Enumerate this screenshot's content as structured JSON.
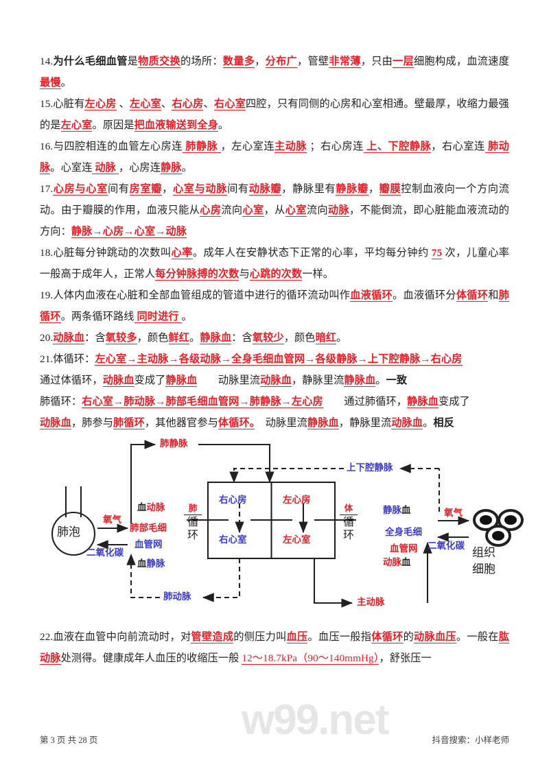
{
  "document": {
    "type": "study-notes",
    "subject": "人体血液循环",
    "colors": {
      "red": "#ee1c25",
      "blue": "#3b3bd4",
      "black": "#231f20",
      "watermark": "#e6e6e6"
    }
  },
  "paragraphs": [
    {
      "id": "item-14",
      "runs": [
        {
          "t": "14.",
          "s": "plain"
        },
        {
          "t": "为什么毛细血管",
          "s": "black-bold"
        },
        {
          "t": "是",
          "s": "plain"
        },
        {
          "t": "物质交换",
          "s": "red-bold-underline"
        },
        {
          "t": "的场所：",
          "s": "plain"
        },
        {
          "t": "数量多",
          "s": "red-bold-underline"
        },
        {
          "t": "，",
          "s": "plain"
        },
        {
          "t": "分布广",
          "s": "red-bold-underline"
        },
        {
          "t": "，管壁",
          "s": "plain"
        },
        {
          "t": "非常薄",
          "s": "red-bold-underline"
        },
        {
          "t": "，只由",
          "s": "plain"
        },
        {
          "t": "一层",
          "s": "red-bold-underline"
        },
        {
          "t": "细胞构成，血流速度",
          "s": "plain"
        },
        {
          "t": "最慢",
          "s": "red-bold-underline"
        },
        {
          "t": "。",
          "s": "plain"
        }
      ]
    },
    {
      "id": "item-15",
      "runs": [
        {
          "t": "15.",
          "s": "plain"
        },
        {
          "t": "心脏有",
          "s": "plain"
        },
        {
          "t": "左心房",
          "s": "red-bold-underline"
        },
        {
          "t": " 、",
          "s": "plain"
        },
        {
          "t": "左心室",
          "s": "red-bold-underline"
        },
        {
          "t": "、",
          "s": "plain"
        },
        {
          "t": "右心房",
          "s": "red-bold-underline"
        },
        {
          "t": "、",
          "s": "plain"
        },
        {
          "t": "右心室",
          "s": "red-bold-underline"
        },
        {
          "t": "四腔，只有同侧的心房和心室相通。壁最厚，收缩力最强的是",
          "s": "plain"
        },
        {
          "t": "左心室",
          "s": "red-bold-underline"
        },
        {
          "t": "。原因是",
          "s": "plain"
        },
        {
          "t": "把血液输送到全身",
          "s": "red-bold-underline"
        },
        {
          "t": "。",
          "s": "plain"
        }
      ]
    },
    {
      "id": "item-16",
      "runs": [
        {
          "t": "16.",
          "s": "plain"
        },
        {
          "t": "与四腔相连的血管左心房连",
          "s": "plain"
        },
        {
          "t": " 肺静脉 ",
          "s": "red-bold-underline"
        },
        {
          "t": "，左心室连",
          "s": "plain"
        },
        {
          "t": "主动脉",
          "s": "red-bold-underline"
        },
        {
          "t": " ；右心房连",
          "s": "plain"
        },
        {
          "t": " 上、下腔静脉",
          "s": "red-bold-underline"
        },
        {
          "t": "，右心室连",
          "s": "plain"
        },
        {
          "t": " 肺动脉",
          "s": "red-bold-underline"
        },
        {
          "t": "。心室连",
          "s": "plain"
        },
        {
          "t": " 动脉 ",
          "s": "red-bold-underline"
        },
        {
          "t": "，心房连",
          "s": "plain"
        },
        {
          "t": "静脉",
          "s": "red-bold-underline"
        },
        {
          "t": "。",
          "s": "plain"
        }
      ]
    },
    {
      "id": "item-17",
      "runs": [
        {
          "t": "17.",
          "s": "plain"
        },
        {
          "t": "心房与心室",
          "s": "red-bold-underline"
        },
        {
          "t": "间有",
          "s": "plain"
        },
        {
          "t": "房室瓣",
          "s": "red-bold-underline"
        },
        {
          "t": "，",
          "s": "plain"
        },
        {
          "t": "心室与动脉",
          "s": "red-bold-underline"
        },
        {
          "t": "间有",
          "s": "plain"
        },
        {
          "t": "动脉瓣",
          "s": "red-bold-underline"
        },
        {
          "t": "，静脉里有",
          "s": "plain"
        },
        {
          "t": "静脉瓣",
          "s": "red-bold-underline"
        },
        {
          "t": "，",
          "s": "plain"
        },
        {
          "t": "瓣膜",
          "s": "red-bold-underline"
        },
        {
          "t": "控制血液向一个方向流动。由于瓣膜的作用，血液只能从",
          "s": "plain"
        },
        {
          "t": "心房",
          "s": "red-bold-underline"
        },
        {
          "t": "流向",
          "s": "plain"
        },
        {
          "t": "心室",
          "s": "red-bold-underline"
        },
        {
          "t": "，从",
          "s": "plain"
        },
        {
          "t": "心室",
          "s": "red-bold-underline"
        },
        {
          "t": "流向",
          "s": "plain"
        },
        {
          "t": "动脉",
          "s": "red-bold-underline"
        },
        {
          "t": "，不能倒流，即心脏能血液流动的方向：",
          "s": "plain"
        },
        {
          "t": "静脉→心房→心室→动脉",
          "s": "red-bold-underline"
        }
      ]
    },
    {
      "id": "item-18",
      "runs": [
        {
          "t": "18.",
          "s": "plain"
        },
        {
          "t": "心脏每分钟跳动的次数叫",
          "s": "plain"
        },
        {
          "t": "心率",
          "s": "red-bold-underline"
        },
        {
          "t": "。成年人在安静状态下正常的心率，平均每分钟约 ",
          "s": "plain"
        },
        {
          "t": "75",
          "s": "red-bold-underline"
        },
        {
          "t": " 次，儿童心率一般高于成年人，正常人",
          "s": "plain"
        },
        {
          "t": "每分钟脉搏的次数",
          "s": "red-bold-underline"
        },
        {
          "t": "与",
          "s": "plain"
        },
        {
          "t": "心跳的次数",
          "s": "red-bold-underline"
        },
        {
          "t": "一样。",
          "s": "plain"
        }
      ]
    },
    {
      "id": "item-19",
      "runs": [
        {
          "t": "19.",
          "s": "plain"
        },
        {
          "t": "人体内血液在心脏和全部血管组成的管道中进行的循环流动叫作",
          "s": "plain"
        },
        {
          "t": "血液循环",
          "s": "red-bold-underline"
        },
        {
          "t": "。血液循环分",
          "s": "plain"
        },
        {
          "t": "体循环",
          "s": "red-bold-underline"
        },
        {
          "t": "和",
          "s": "plain"
        },
        {
          "t": "肺循环",
          "s": "red-bold-underline"
        },
        {
          "t": "。两条循环路线",
          "s": "plain"
        },
        {
          "t": " 同时进行 ",
          "s": "red-bold-underline"
        },
        {
          "t": "。",
          "s": "plain"
        }
      ]
    },
    {
      "id": "item-20",
      "runs": [
        {
          "t": "20.",
          "s": "plain"
        },
        {
          "t": "动脉血",
          "s": "red-bold-underline"
        },
        {
          "t": "：含",
          "s": "plain"
        },
        {
          "t": "氧较多",
          "s": "red-bold-underline"
        },
        {
          "t": "，颜色",
          "s": "plain"
        },
        {
          "t": "鲜红",
          "s": "red-bold-underline"
        },
        {
          "t": "。",
          "s": "plain"
        },
        {
          "t": "静脉血",
          "s": "red-bold-underline"
        },
        {
          "t": "：含",
          "s": "plain"
        },
        {
          "t": "氧较少",
          "s": "red-bold-underline"
        },
        {
          "t": "，颜色",
          "s": "plain"
        },
        {
          "t": "暗红",
          "s": "red-bold-underline"
        },
        {
          "t": "。",
          "s": "plain"
        }
      ]
    },
    {
      "id": "item-21-line1",
      "runs": [
        {
          "t": "21.",
          "s": "plain"
        },
        {
          "t": "体循环：",
          "s": "plain"
        },
        {
          "t": "左心室→主动脉→各级动脉→全身毛细血管网→各级静脉→上下腔静脉→右心房",
          "s": "red-bold-underline"
        }
      ]
    },
    {
      "id": "item-21-line2",
      "runs": [
        {
          "t": "通过体循环，",
          "s": "plain"
        },
        {
          "t": "动脉血",
          "s": "red-bold-underline"
        },
        {
          "t": "变成了",
          "s": "plain"
        },
        {
          "t": "静脉血",
          "s": "red-bold-underline"
        },
        {
          "t": "　　动脉里流",
          "s": "plain"
        },
        {
          "t": "动脉血",
          "s": "red-bold-underline"
        },
        {
          "t": "，静脉里流",
          "s": "plain"
        },
        {
          "t": "静脉血",
          "s": "red-bold-underline"
        },
        {
          "t": "。",
          "s": "plain"
        },
        {
          "t": "一致",
          "s": "black-bold"
        }
      ]
    },
    {
      "id": "item-21-line3",
      "runs": [
        {
          "t": "肺循环：",
          "s": "plain"
        },
        {
          "t": "右心室→肺动脉→肺部毛细血管网→肺静脉→左心房",
          "s": "red-bold-underline"
        },
        {
          "t": "　　通过肺循环，",
          "s": "plain"
        },
        {
          "t": "静脉血",
          "s": "red-bold-underline"
        },
        {
          "t": "变成了",
          "s": "plain"
        }
      ]
    },
    {
      "id": "item-21-line4",
      "runs": [
        {
          "t": "动脉血",
          "s": "red-bold-underline"
        },
        {
          "t": "，肺参与",
          "s": "plain"
        },
        {
          "t": "肺循环",
          "s": "red-bold-underline"
        },
        {
          "t": "，其他器官参与",
          "s": "plain"
        },
        {
          "t": "体循环。",
          "s": "red-bold-underline"
        },
        {
          "t": "　动脉里流",
          "s": "plain"
        },
        {
          "t": "静脉血",
          "s": "red-bold-underline"
        },
        {
          "t": "，静脉里流",
          "s": "plain"
        },
        {
          "t": "动脉血",
          "s": "red-bold-underline"
        },
        {
          "t": "。",
          "s": "plain"
        },
        {
          "t": "相反",
          "s": "black-bold"
        }
      ]
    }
  ],
  "paragraphs_after": [
    {
      "id": "item-22",
      "runs": [
        {
          "t": "22.",
          "s": "plain"
        },
        {
          "t": "血液在血管中向前流动时，对",
          "s": "plain"
        },
        {
          "t": "管壁造成",
          "s": "red-bold-underline"
        },
        {
          "t": "的侧压力叫",
          "s": "plain"
        },
        {
          "t": "血压",
          "s": "red-bold-underline"
        },
        {
          "t": "。血压一般指",
          "s": "plain"
        },
        {
          "t": "体循环",
          "s": "red-bold-underline"
        },
        {
          "t": "的",
          "s": "plain"
        },
        {
          "t": "动脉血压",
          "s": "red-bold-underline"
        },
        {
          "t": "。一般在",
          "s": "plain"
        },
        {
          "t": "肱动脉",
          "s": "red-bold-underline"
        },
        {
          "t": "处测得。健康成年人血压的收缩压一般 ",
          "s": "plain"
        },
        {
          "t": "12～18.7kPa（90～140mmHg）",
          "s": "red-underline"
        },
        {
          "t": "，舒张压一",
          "s": "plain"
        }
      ]
    }
  ],
  "diagram": {
    "title": "血液循环示意图",
    "nodes": {
      "alveolus": {
        "label": "肺泡",
        "color": "black"
      },
      "lung_capillary": {
        "label_top": "肺部毛细",
        "label_bottom": "血管网",
        "top_color": "red",
        "bottom_color": "blue"
      },
      "body_capillary": {
        "label_top": "全身毛细",
        "label_bottom": "血管网",
        "top_color": "blue",
        "bottom_color": "red"
      },
      "tissue_cells": {
        "label_top": "组织",
        "label_bottom": "细胞",
        "color": "black"
      },
      "right_atrium": {
        "label": "右心房",
        "color": "blue"
      },
      "right_ventricle": {
        "label": "右心室",
        "color": "blue"
      },
      "left_atrium": {
        "label": "左心房",
        "color": "red"
      },
      "left_ventricle": {
        "label": "左心室",
        "color": "red"
      }
    },
    "vessels": {
      "pulmonary_vein": {
        "label": "肺静脉",
        "color": "red"
      },
      "pulmonary_artery": {
        "label": "肺动脉",
        "color": "blue"
      },
      "aorta": {
        "label": "主动脉",
        "color": "red"
      },
      "vena_cava": {
        "label": "上下腔静脉",
        "color": "blue"
      }
    },
    "blood_labels": {
      "lung_arterial": {
        "blood": "血",
        "kind": "动脉",
        "kind_color": "red"
      },
      "lung_venous": {
        "blood": "血",
        "kind": "静脉",
        "kind_color": "blue"
      },
      "body_venous": {
        "kind": "静脉",
        "blood": "血",
        "kind_color": "blue"
      },
      "body_arterial": {
        "kind": "动脉",
        "blood": "血",
        "kind_color": "red"
      }
    },
    "gases": {
      "oxygen_lung": {
        "label": "氧气",
        "color": "red"
      },
      "co2_lung": {
        "label": "二氧化碳",
        "color": "blue"
      },
      "oxygen_body": {
        "label": "氧气",
        "color": "red"
      },
      "co2_body": {
        "label": "二氧化碳",
        "color": "blue"
      }
    },
    "circuits": {
      "pulmonary": {
        "top": "肺",
        "bottom": "循环",
        "top_color": "red"
      },
      "systemic": {
        "top": "体",
        "bottom": "循环",
        "top_color": "red"
      }
    }
  },
  "watermark": {
    "text": "w99.net"
  },
  "footer": {
    "page_label": "第 3 页 共 28 页",
    "credit": "抖音搜索：小样老师"
  }
}
